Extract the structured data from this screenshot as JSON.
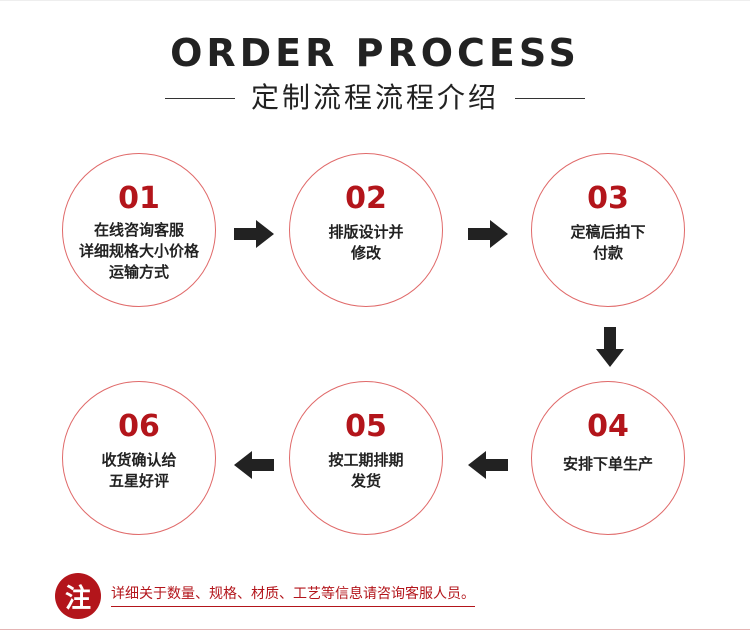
{
  "header": {
    "title_en": "ORDER PROCESS",
    "title_cn": "定制流程流程介绍"
  },
  "steps": [
    {
      "num": "01",
      "text": "在线咨询客服\n详细规格大小价格\n运输方式"
    },
    {
      "num": "02",
      "text": "排版设计并\n修改"
    },
    {
      "num": "03",
      "text": "定稿后拍下\n付款"
    },
    {
      "num": "04",
      "text": "安排下单生产"
    },
    {
      "num": "05",
      "text": "按工期排期\n发货"
    },
    {
      "num": "06",
      "text": "收货确认给\n五星好评"
    }
  ],
  "note": {
    "badge": "注",
    "text": "详细关于数量、规格、材质、工艺等信息请咨询客服人员。"
  },
  "colors": {
    "accent": "#b3151b",
    "circle_border": "#e06a6a",
    "arrow": "#222222"
  }
}
